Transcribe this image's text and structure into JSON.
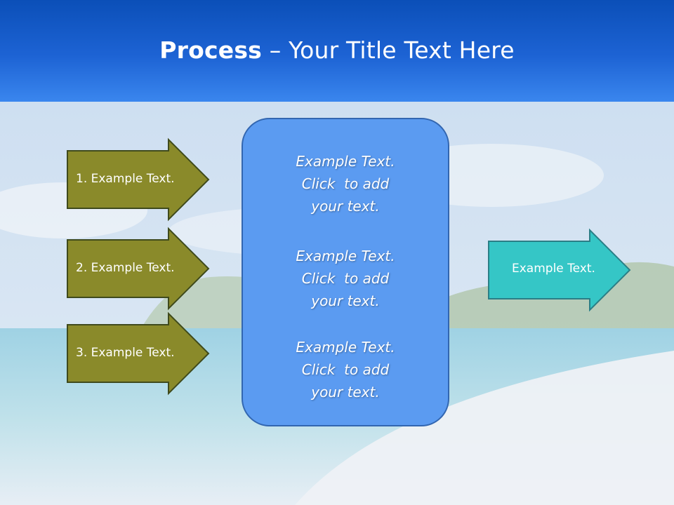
{
  "title": {
    "bold": "Process",
    "rest": " – Your Title Text Here"
  },
  "left_arrows": [
    {
      "label": "1. Example Text."
    },
    {
      "label": "2. Example Text."
    },
    {
      "label": "3. Example Text."
    }
  ],
  "center_box": {
    "paragraphs": [
      {
        "line1": "Example Text.",
        "line2": "Click  to add",
        "line3": "your text."
      },
      {
        "line1": "Example Text.",
        "line2": "Click  to add",
        "line3": "your text."
      },
      {
        "line1": "Example Text.",
        "line2": "Click  to add",
        "line3": "your text."
      }
    ]
  },
  "right_arrow": {
    "label": "Example Text."
  },
  "colors": {
    "header_blue": "#1d63d4",
    "left_arrow_fill": "#8a8a2a",
    "left_arrow_border": "#3f4a1c",
    "center_box_fill": "#5b9bf1",
    "center_box_border": "#3266b0",
    "right_arrow_fill": "#35c6c6",
    "right_arrow_border": "#2a7e86"
  }
}
